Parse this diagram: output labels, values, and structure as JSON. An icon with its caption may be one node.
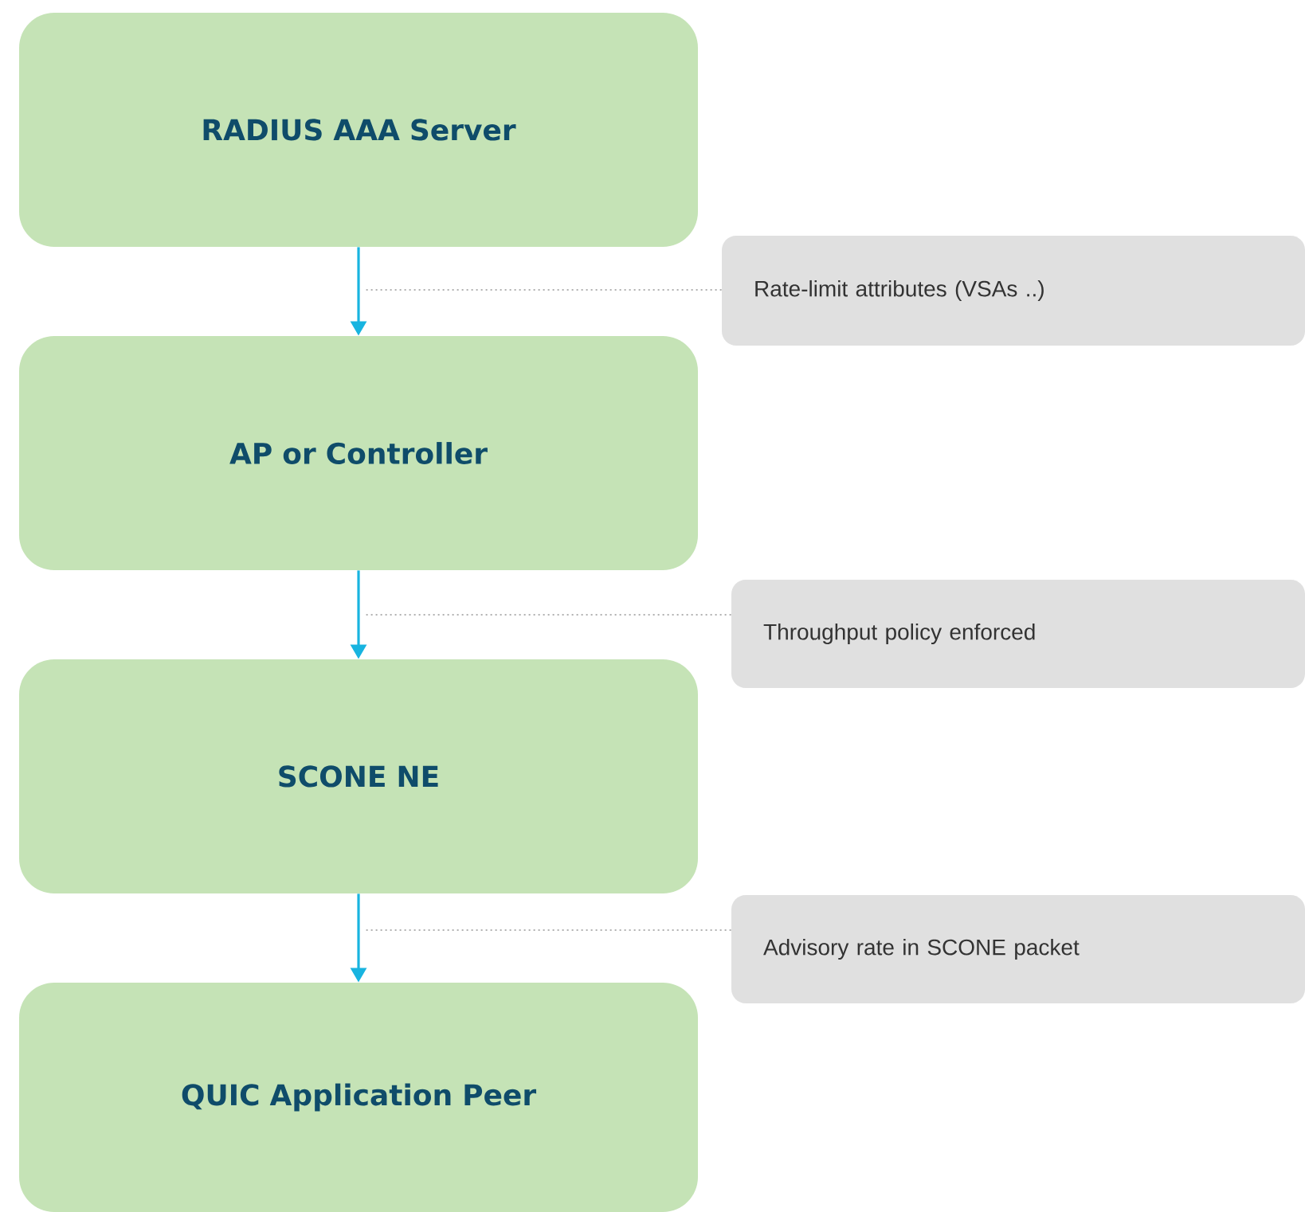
{
  "diagram": {
    "nodes": [
      {
        "text": [
          "RADIUS AAA Server"
        ]
      },
      {
        "text": [
          "Rate-limit attributes (VSAs ..)"
        ]
      },
      {
        "text": [
          "AP or Controller"
        ]
      },
      {
        "text": [
          "Throughput policy enforced"
        ]
      },
      {
        "text": [
          "SCONE NE"
        ]
      },
      {
        "text": [
          "Advisory rate in SCONE packet"
        ]
      },
      {
        "text": [
          "QUIC Application Peer"
        ]
      }
    ],
    "edges": [
      {
        "from": 0,
        "to": 2,
        "arrow": "to"
      },
      {
        "from": 2,
        "to": 4,
        "arrow": "to"
      },
      {
        "from": 4,
        "to": 6,
        "arrow": "to"
      },
      {
        "from": 1,
        "to": null,
        "arrow": "none",
        "style": "dashed",
        "color": "#b0b0b0"
      },
      {
        "from": 3,
        "to": null,
        "arrow": "none",
        "style": "dashed",
        "color": "#b0b0b0"
      },
      {
        "from": 5,
        "to": null,
        "arrow": "none",
        "style": "dashed",
        "color": "#b0b0b0"
      }
    ]
  }
}
